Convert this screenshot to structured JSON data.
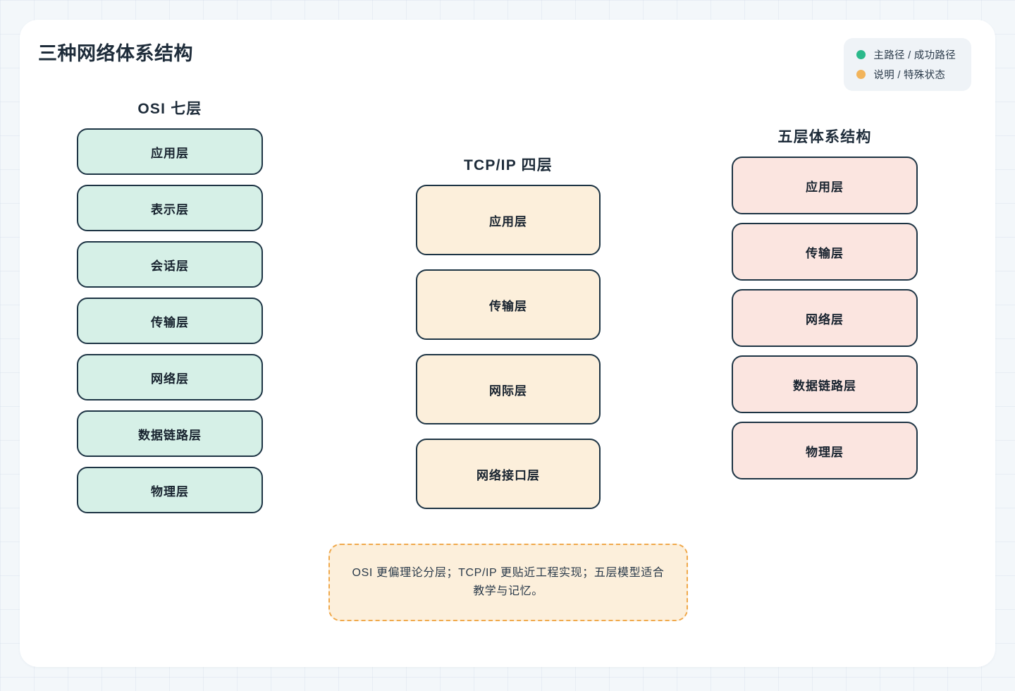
{
  "page": {
    "title": "三种网络体系结构",
    "background_color": "#F3F7FA",
    "card_color": "#FFFFFF"
  },
  "legend": {
    "items": [
      {
        "icon": "legend-dot-green",
        "color": "#2BB98B",
        "label": "主路径 / 成功路径"
      },
      {
        "icon": "legend-dot-orange",
        "color": "#F2B45B",
        "label": "说明 / 特殊状态"
      }
    ]
  },
  "columns": [
    {
      "key": "osi",
      "title": "OSI 七层",
      "fill_color": "#D6F0E7",
      "border_color": "#1D3444",
      "layers": [
        {
          "label": "应用层"
        },
        {
          "label": "表示层"
        },
        {
          "label": "会话层"
        },
        {
          "label": "传输层"
        },
        {
          "label": "网络层"
        },
        {
          "label": "数据链路层"
        },
        {
          "label": "物理层"
        }
      ]
    },
    {
      "key": "tcpip",
      "title": "TCP/IP 四层",
      "fill_color": "#FCEFDB",
      "border_color": "#1D3444",
      "layers": [
        {
          "label": "应用层"
        },
        {
          "label": "传输层"
        },
        {
          "label": "网际层"
        },
        {
          "label": "网络接口层"
        }
      ]
    },
    {
      "key": "five",
      "title": "五层体系结构",
      "fill_color": "#FBE5E0",
      "border_color": "#1D3444",
      "layers": [
        {
          "label": "应用层"
        },
        {
          "label": "传输层"
        },
        {
          "label": "网络层"
        },
        {
          "label": "数据链路层"
        },
        {
          "label": "物理层"
        }
      ]
    }
  ],
  "footnote": {
    "text": "OSI 更偏理论分层；TCP/IP 更贴近工程实现；五层模型适合教学与记忆。",
    "fill_color": "#FCEFDB",
    "border_color": "#F0A94C"
  }
}
